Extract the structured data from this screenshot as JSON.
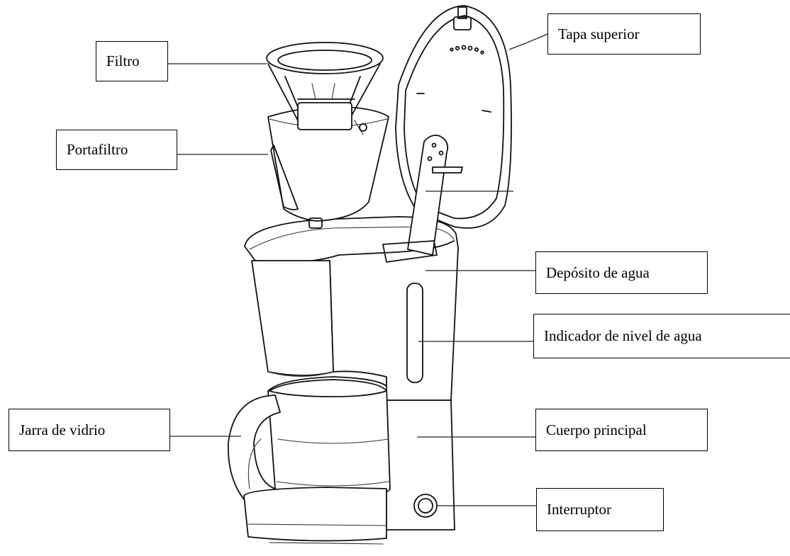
{
  "labels": {
    "filtro": "Filtro",
    "portafiltro": "Portafiltro",
    "tapa_superior": "Tapa superior",
    "deposito": "Depósito de agua",
    "indicador": "Indicador de nivel de agua",
    "jarra": "Jarra de vidrio",
    "cuerpo": "Cuerpo principal",
    "interruptor": "Interruptor"
  }
}
